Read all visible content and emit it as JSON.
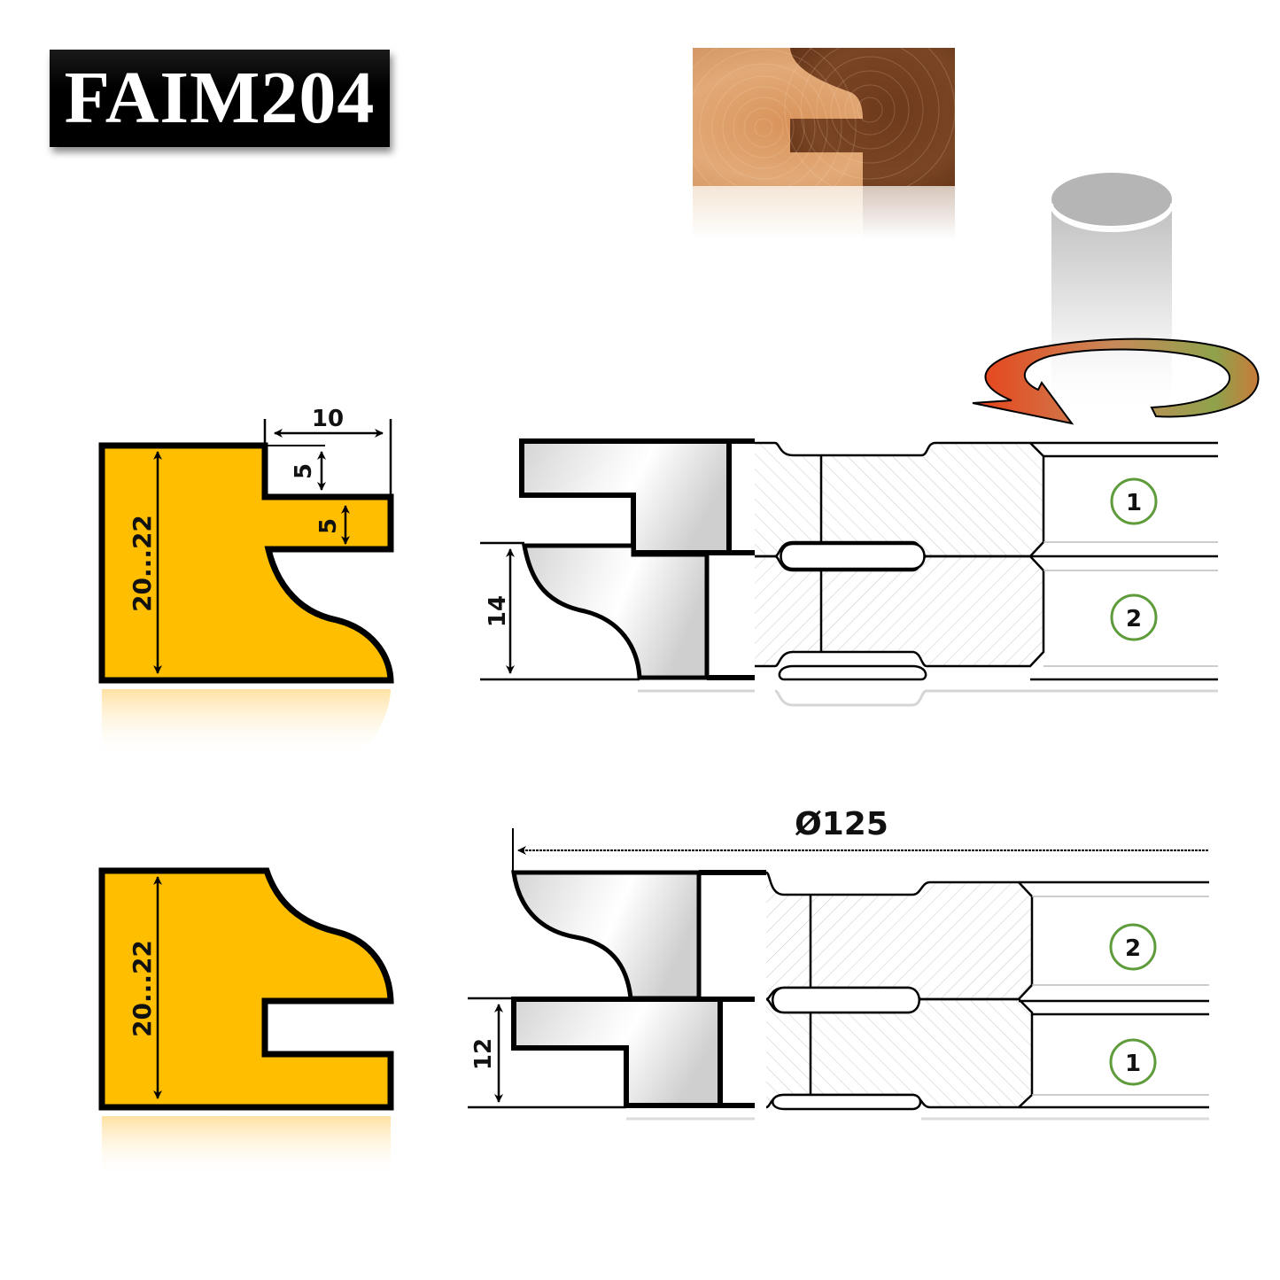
{
  "header": {
    "model_code": "FAIM204"
  },
  "images": {
    "wood_joint": "wood-joint-sample",
    "rotation": "spindle-rotation-direction"
  },
  "colors": {
    "profile_fill": "#FFBE00",
    "outline": "#000000",
    "cutter_fill": "#D9D9D9",
    "circle_stroke": "#5E9B3A",
    "arrow_start": "#E8421A",
    "arrow_end": "#8FA24B"
  },
  "top_profile": {
    "height_label": "20...22",
    "width_label": "10",
    "groove_depth_label": "5",
    "tongue_label": "5"
  },
  "top_cutter": {
    "height_label": "14",
    "parts": [
      {
        "number": "1"
      },
      {
        "number": "2"
      }
    ]
  },
  "bottom_profile": {
    "height_label": "20...22"
  },
  "bottom_cutter": {
    "diameter_label": "Ø125",
    "height_label": "12",
    "parts": [
      {
        "number": "2"
      },
      {
        "number": "1"
      }
    ]
  }
}
